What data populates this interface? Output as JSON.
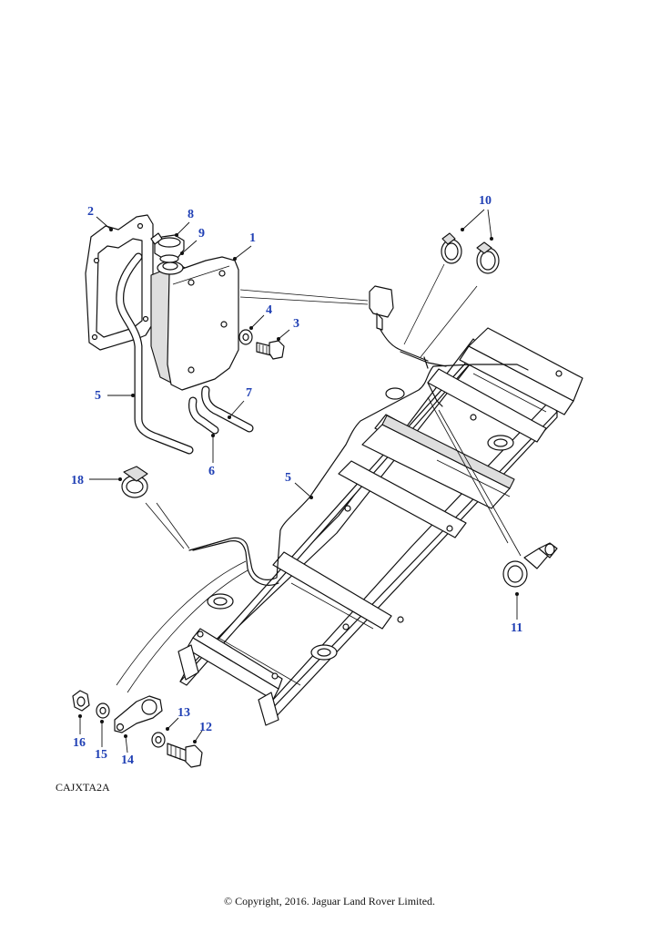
{
  "diagram": {
    "drawing_code": "CAJXTA2A",
    "copyright": "© Copyright, 2016. Jaguar Land Rover Limited.",
    "callout_color": "#1f3fb4",
    "callouts": [
      {
        "id": "c1",
        "label": "1"
      },
      {
        "id": "c2",
        "label": "2"
      },
      {
        "id": "c3",
        "label": "3"
      },
      {
        "id": "c4",
        "label": "4"
      },
      {
        "id": "c5a",
        "label": "5"
      },
      {
        "id": "c5b",
        "label": "5"
      },
      {
        "id": "c6",
        "label": "6"
      },
      {
        "id": "c7",
        "label": "7"
      },
      {
        "id": "c8",
        "label": "8"
      },
      {
        "id": "c9",
        "label": "9"
      },
      {
        "id": "c10",
        "label": "10"
      },
      {
        "id": "c11",
        "label": "11"
      },
      {
        "id": "c12",
        "label": "12"
      },
      {
        "id": "c13",
        "label": "13"
      },
      {
        "id": "c14",
        "label": "14"
      },
      {
        "id": "c15",
        "label": "15"
      },
      {
        "id": "c16",
        "label": "16"
      },
      {
        "id": "c18",
        "label": "18"
      }
    ]
  }
}
